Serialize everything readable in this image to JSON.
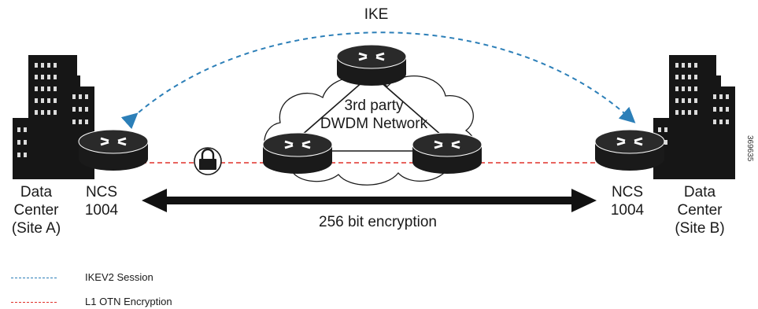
{
  "diagram": {
    "ike_label": "IKE",
    "cloud_label_line1": "3rd party",
    "cloud_label_line2": "DWDM Network",
    "site_a": {
      "line1": "Data",
      "line2": "Center",
      "line3": "(Site A)"
    },
    "site_b": {
      "line1": "Data",
      "line2": "Center",
      "line3": "(Site B)"
    },
    "ncs_left": {
      "line1": "NCS",
      "line2": "1004"
    },
    "ncs_right": {
      "line1": "NCS",
      "line2": "1004"
    },
    "encryption_label": "256 bit encryption",
    "figure_id": "369635"
  },
  "legend": [
    {
      "label": "IKEV2 Session",
      "color": "#2c7fb8"
    },
    {
      "label": "L1 OTN Encryption",
      "color": "#e0302a"
    }
  ],
  "colors": {
    "ike_line": "#2c7fb8",
    "otn_line": "#e0302a",
    "router_dark": "#1a1a1a",
    "building_dark": "#161616"
  }
}
